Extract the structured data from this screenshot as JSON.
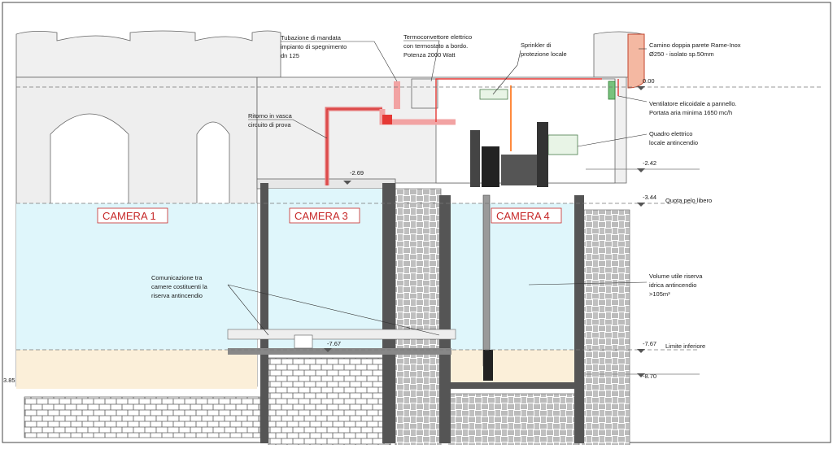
{
  "cameras": [
    {
      "id": "c1",
      "label": "CAMERA 1"
    },
    {
      "id": "c3",
      "label": "CAMERA 3"
    },
    {
      "id": "c4",
      "label": "CAMERA 4"
    }
  ],
  "levels": {
    "l000": "0.00",
    "l242": "-2.42",
    "l344": "-3.44",
    "l767": "-7.67",
    "l870": "-8.70",
    "l269": "-2.69",
    "l767b": "-7.67",
    "l385": "3.85"
  },
  "labels": {
    "tubazione": [
      "Tubazione di mandata",
      "impianto di spegnimento",
      "dn 125"
    ],
    "termoconv": [
      "Termoconvettore elettrico",
      "con termostato a bordo.",
      "Potenza 2000 Watt"
    ],
    "sprinkler": [
      "Sprinkler di",
      "protezione locale"
    ],
    "camino": [
      "Camino doppia parete Rame-Inox",
      "Ø250 - isolato sp.50mm"
    ],
    "ventilatore": [
      "Ventilatore elicoidale a pannello.",
      "Portata aria minima 1650 mc/h"
    ],
    "ritorno": [
      "Ritorno in vasca",
      "circuito di prova"
    ],
    "quadro": [
      "Quadro elettrico",
      "locale antincendio"
    ],
    "quota": [
      "Quota pelo libero"
    ],
    "comunicazione": [
      "Comunicazione tra",
      "camere costituenti la",
      "riserva antincendio"
    ],
    "volume": [
      "Volume utile riserva",
      "idrica antincendio",
      ">105m³"
    ],
    "limite": [
      "Limite inferiore"
    ]
  }
}
